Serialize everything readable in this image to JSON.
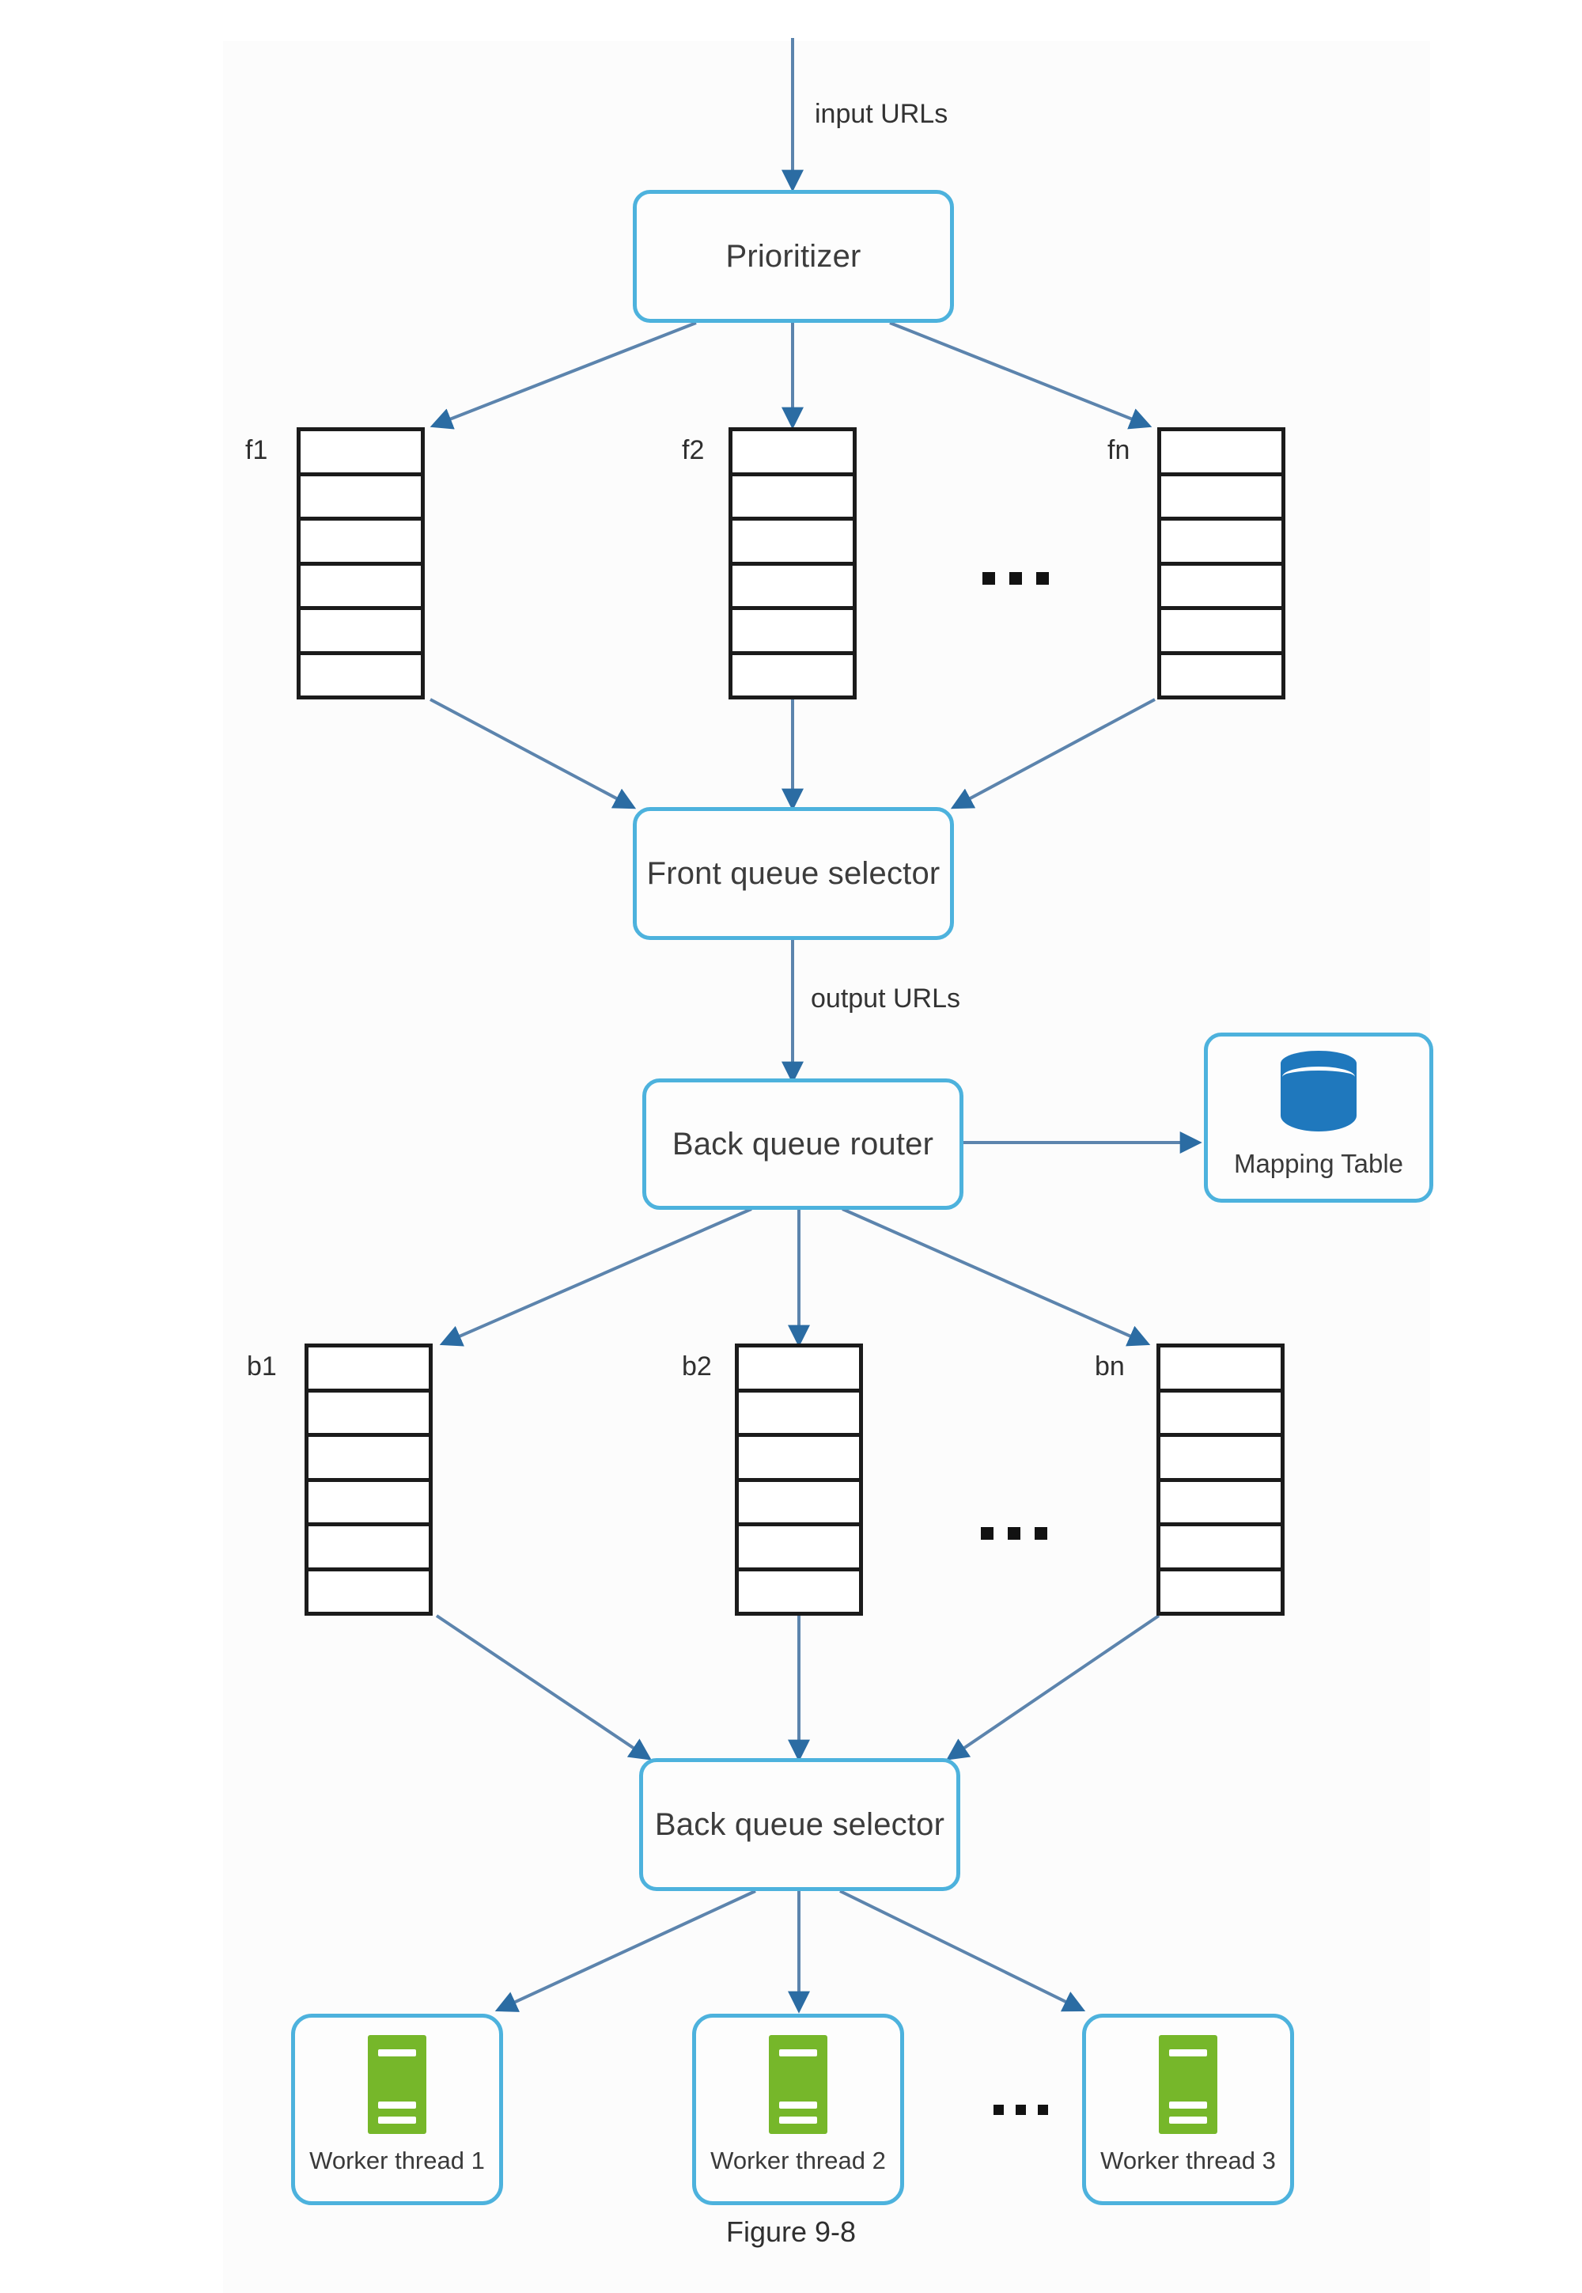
{
  "figure": {
    "caption": "Figure 9-8"
  },
  "nodes": {
    "prioritizer": {
      "label": "Prioritizer"
    },
    "front_queue_selector": {
      "label": "Front queue selector"
    },
    "back_queue_router": {
      "label": "Back queue router"
    },
    "back_queue_selector": {
      "label": "Back queue selector"
    },
    "mapping_table": {
      "label": "Mapping Table",
      "icon": "database-cylinder-icon"
    }
  },
  "edge_labels": {
    "input_urls": "input URLs",
    "output_urls": "output URLs"
  },
  "front_queues": [
    {
      "label": "f1",
      "cells": 6
    },
    {
      "label": "f2",
      "cells": 6
    },
    {
      "label": "fn",
      "cells": 6
    }
  ],
  "back_queues": [
    {
      "label": "b1",
      "cells": 6
    },
    {
      "label": "b2",
      "cells": 6
    },
    {
      "label": "bn",
      "cells": 6
    }
  ],
  "workers": [
    {
      "label": "Worker thread 1",
      "icon": "server-icon"
    },
    {
      "label": "Worker thread 2",
      "icon": "server-icon"
    },
    {
      "label": "Worker thread 3",
      "icon": "server-icon"
    }
  ],
  "ellipsis": {
    "glyph": "...",
    "dots": 3
  },
  "colors": {
    "node_border": "#4db2dd",
    "edge_line": "#4a77a8",
    "arrow_head": "#2b6ca3",
    "queue_border": "#1b1b1b",
    "database_blue": "#1f78bd",
    "server_green": "#76b72a",
    "text": "#333333",
    "canvas_background": "#fcfcfc"
  }
}
